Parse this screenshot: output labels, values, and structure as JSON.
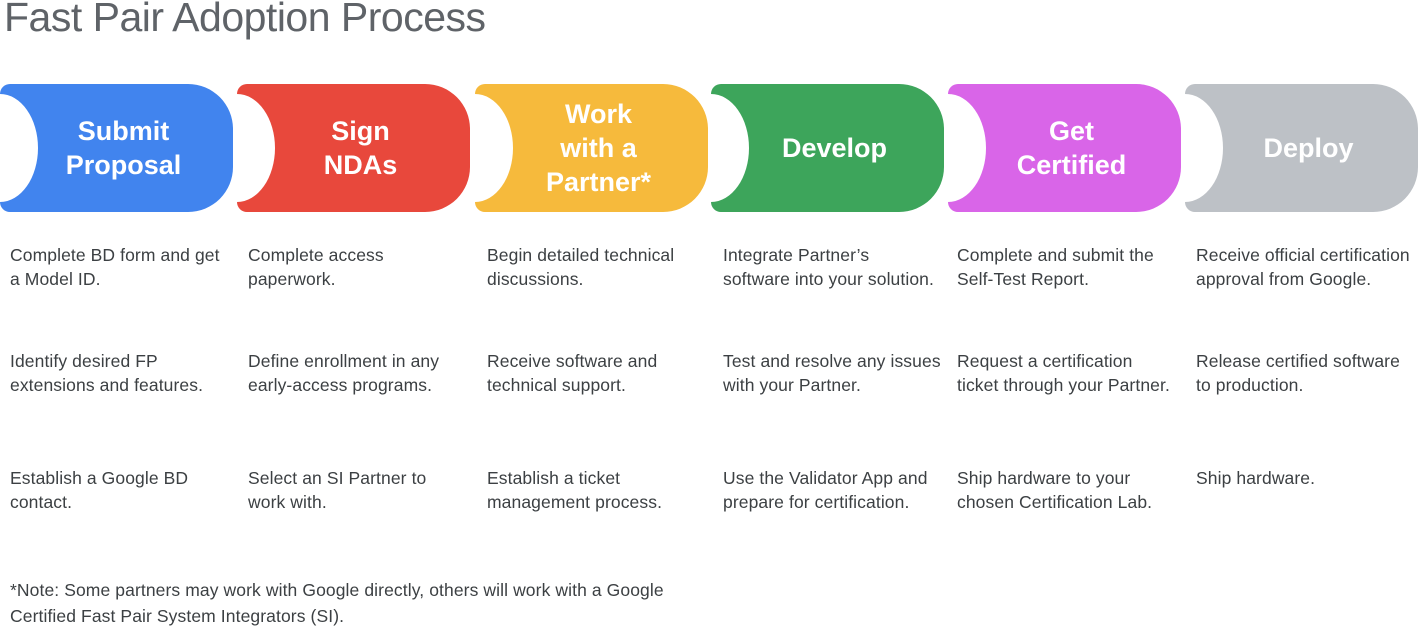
{
  "title": "Fast Pair Adoption Process",
  "note": "*Note: Some partners may work with Google directly, others will work with a Google Certified Fast Pair System Integrators (SI).",
  "text_colors": {
    "title": "#5f6368",
    "body": "#3c4043",
    "banner_label": "#ffffff"
  },
  "steps": [
    {
      "name": "submit-proposal",
      "color": "#4184EE",
      "lines": [
        "Submit",
        "Proposal"
      ],
      "items": [
        "Complete BD form and get a Model ID.",
        "Identify desired FP extensions and features.",
        "Establish a Google BD contact."
      ]
    },
    {
      "name": "sign-ndas",
      "color": "#E8483C",
      "lines": [
        "Sign",
        "NDAs"
      ],
      "items": [
        "Complete access paperwork.",
        "Define enrollment in any early-access programs.",
        "Select an SI Partner to work with."
      ]
    },
    {
      "name": "work-with-partner",
      "color": "#F6BA3C",
      "lines": [
        "Work",
        "with a",
        "Partner*"
      ],
      "items": [
        "Begin detailed technical discussions.",
        "Receive software and technical support.",
        "Establish a ticket management process."
      ]
    },
    {
      "name": "develop",
      "color": "#3DA55B",
      "lines": [
        "Develop"
      ],
      "items": [
        "Integrate Partner’s software into your solution.",
        "Test and resolve any issues with your Partner.",
        "Use the Validator App and prepare for certification."
      ]
    },
    {
      "name": "get-certified",
      "color": "#D965E8",
      "lines": [
        "Get",
        "Certified"
      ],
      "items": [
        "Complete and submit the Self-Test Report.",
        "Request a certification ticket through your Partner.",
        "Ship hardware to your chosen Certification Lab."
      ]
    },
    {
      "name": "deploy",
      "color": "#BDC1C6",
      "lines": [
        "Deploy"
      ],
      "items": [
        "Receive official certification approval from Google.",
        "Release certified software to production.",
        "Ship hardware."
      ]
    }
  ]
}
